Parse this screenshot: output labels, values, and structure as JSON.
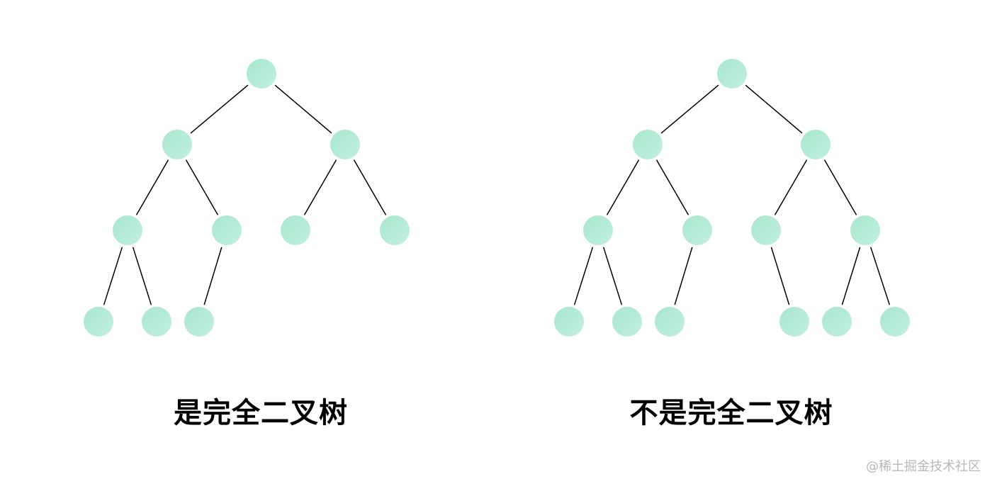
{
  "node_color": "#b2ebd4",
  "edge_color": "#000000",
  "trees": [
    {
      "id": "left",
      "caption": "是完全二叉树"
    },
    {
      "id": "right",
      "caption": "不是完全二叉树"
    }
  ],
  "watermark": "@稀土掘金技术社区"
}
